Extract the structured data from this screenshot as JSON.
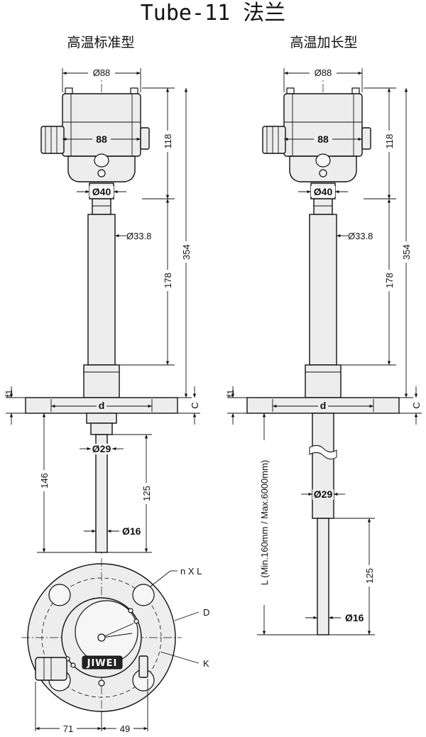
{
  "header": {
    "title": "Tube-11 法兰",
    "left_view": "高温标准型",
    "right_view": "高温加长型"
  },
  "dimensions": {
    "housing_diameter": "Ø88",
    "housing_width": "88",
    "neck_diameter": "Ø40",
    "housing_height": "118",
    "total_height": "354",
    "tube_length": "178",
    "tube_diameter": "Ø33.8",
    "flange_thickness": "f1",
    "flange_height": "C",
    "flange_seal_diameter": "d",
    "probe_diameter_upper": "Ø29",
    "probe_diameter_lower": "Ø16",
    "standard_probe_total": "146",
    "standard_probe_rod": "125",
    "extended_probe_rod": "125",
    "extended_length": "L (Min.160mm / Max.6000mm)",
    "bolt_holes": "n X L",
    "flange_outer": "D",
    "bolt_circle": "K",
    "bottom_left_offset": "71",
    "bottom_right_offset": "49"
  },
  "logo_text": "JIWEI"
}
